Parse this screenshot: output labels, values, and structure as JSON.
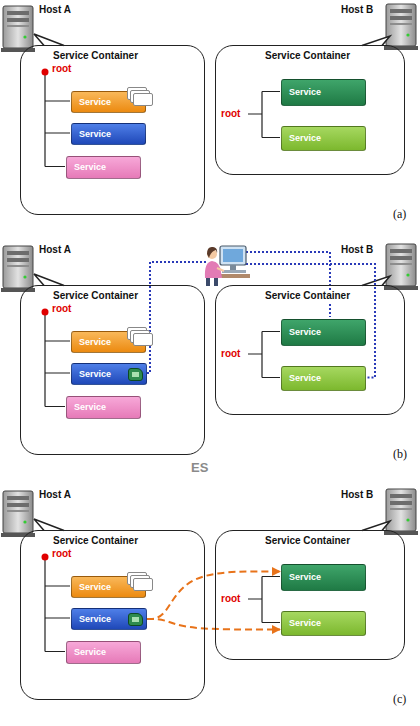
{
  "diagram": {
    "nodes": [
      {
        "text": [
          "Service Container"
        ]
      },
      {
        "text": [
          "Service"
        ],
        "in": 0
      },
      {
        "text": [
          "Service"
        ],
        "in": 0
      },
      {
        "text": [
          "Service"
        ],
        "in": 0
      },
      {
        "text": [
          "Service Container"
        ]
      },
      {
        "text": [
          "Service"
        ],
        "in": 4
      },
      {
        "text": [
          "Service"
        ],
        "in": 4
      },
      {
        "text": [
          "Service Container"
        ]
      },
      {
        "text": [
          "Service"
        ],
        "in": 7
      },
      {
        "text": [
          "Service"
        ],
        "in": 7
      },
      {
        "text": [
          "Service"
        ],
        "in": 7
      },
      {
        "text": [
          "Service Container"
        ]
      },
      {
        "text": [
          "Service"
        ],
        "in": 11
      },
      {
        "text": [
          "Service"
        ],
        "in": 11
      },
      {
        "text": [
          "Service Container"
        ]
      },
      {
        "text": [
          "Service"
        ],
        "in": 14
      },
      {
        "text": [
          "Service"
        ],
        "in": 14
      },
      {
        "text": [
          "Service"
        ],
        "in": 14
      },
      {
        "text": [
          "Service Container"
        ]
      },
      {
        "text": [
          "Service"
        ],
        "in": 18
      },
      {
        "text": [
          "Service"
        ],
        "in": 18
      }
    ],
    "edges": [
      {
        "from": 16,
        "to": 19,
        "arrow": "to"
      },
      {
        "from": 16,
        "to": 20,
        "arrow": "to"
      }
    ],
    "labels": [
      "Host A",
      "root",
      "Host B",
      "root",
      "(a)",
      "Host A",
      "root",
      "Host B",
      "root",
      "(b)",
      "Host A",
      "root",
      "Host B",
      "root",
      "(c)",
      "ES"
    ]
  }
}
